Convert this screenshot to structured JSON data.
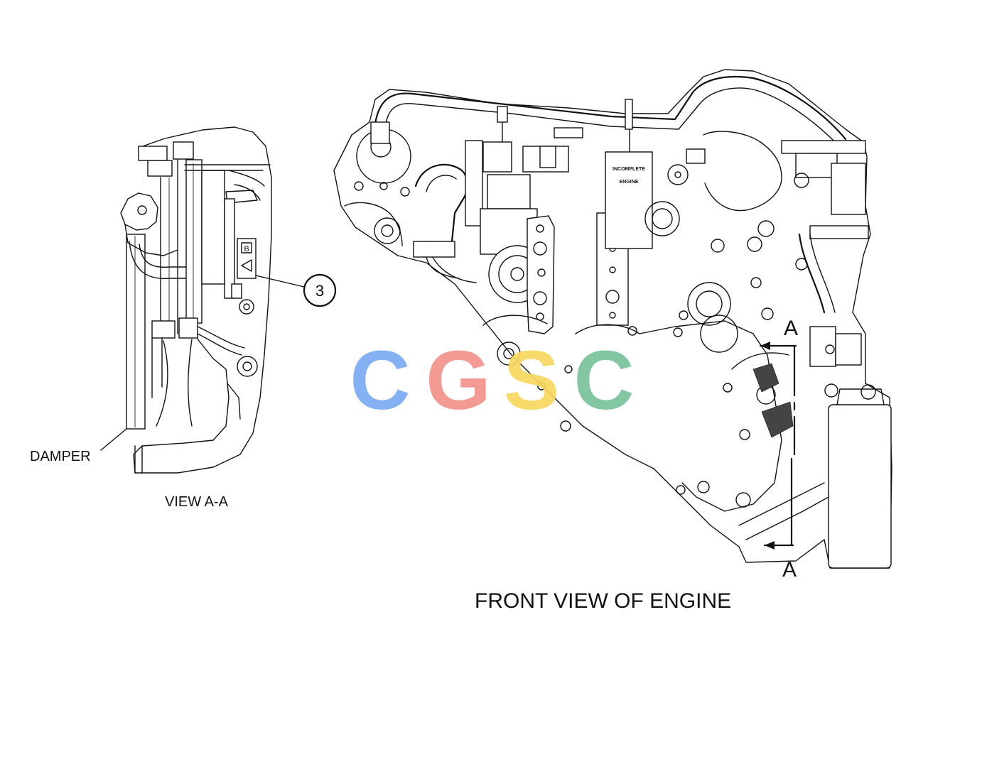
{
  "diagram": {
    "labels": {
      "damper": "DAMPER",
      "view_aa": "VIEW A-A",
      "front_view": "FRONT VIEW OF ENGINE",
      "callout_3": "3",
      "section_a_top": "A",
      "section_a_bottom": "A",
      "tag_line1": "INCOMPLETE",
      "tag_line2": "ENGINE",
      "detail_glyph_top": "B"
    },
    "watermark": {
      "text": "CGSC",
      "letters": [
        "C",
        "G",
        "S",
        "C"
      ],
      "colors": [
        "#7aabf4",
        "#f2928a",
        "#f8d75f",
        "#79c29b"
      ]
    }
  }
}
